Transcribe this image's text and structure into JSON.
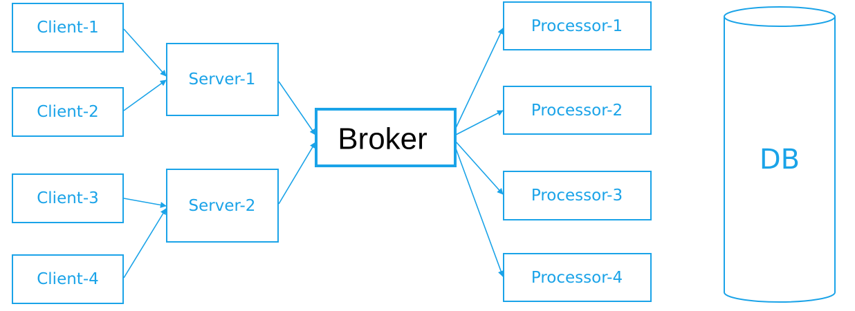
{
  "colors": {
    "accent": "#1aa3e8",
    "broker_text": "#000000",
    "background": "#ffffff"
  },
  "nodes": {
    "client_1": "Client-1",
    "client_2": "Client-2",
    "client_3": "Client-3",
    "client_4": "Client-4",
    "server_1": "Server-1",
    "server_2": "Server-2",
    "broker": "Broker",
    "processor_1": "Processor-1",
    "processor_2": "Processor-2",
    "processor_3": "Processor-3",
    "processor_4": "Processor-4",
    "db": "DB"
  },
  "edges": [
    {
      "from": "client_1",
      "to": "server_1"
    },
    {
      "from": "client_2",
      "to": "server_1"
    },
    {
      "from": "client_3",
      "to": "server_2"
    },
    {
      "from": "client_4",
      "to": "server_2"
    },
    {
      "from": "server_1",
      "to": "broker"
    },
    {
      "from": "server_2",
      "to": "broker"
    },
    {
      "from": "broker",
      "to": "processor_1"
    },
    {
      "from": "broker",
      "to": "processor_2"
    },
    {
      "from": "broker",
      "to": "processor_3"
    },
    {
      "from": "broker",
      "to": "processor_4"
    }
  ]
}
